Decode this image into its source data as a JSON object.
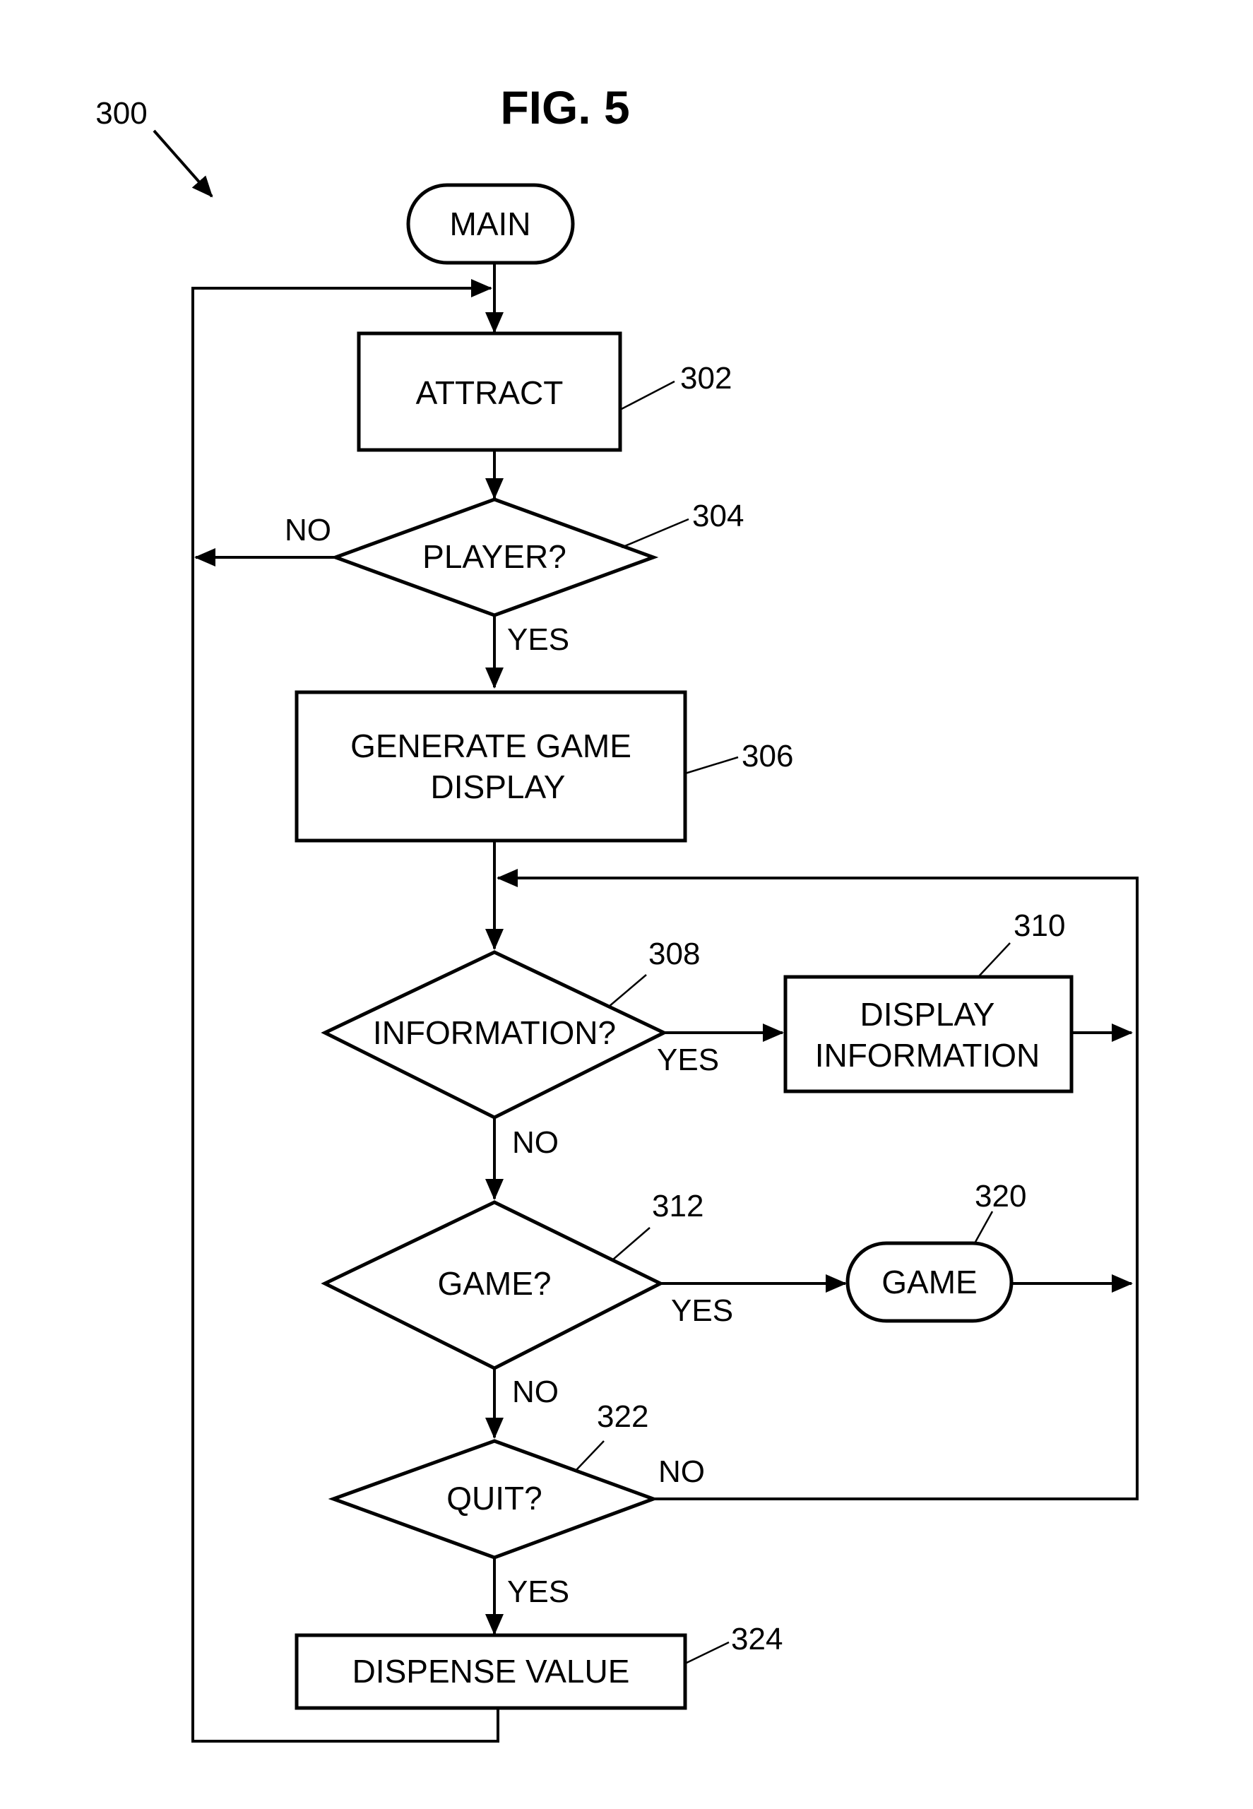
{
  "figure": {
    "title": "FIG. 5",
    "ref": "300"
  },
  "nodes": {
    "main": {
      "label": "MAIN"
    },
    "attract": {
      "label": "ATTRACT",
      "ref": "302"
    },
    "player": {
      "label": "PLAYER?",
      "ref": "304"
    },
    "generate": {
      "line1": "GENERATE GAME",
      "line2": "DISPLAY",
      "ref": "306"
    },
    "information": {
      "label": "INFORMATION?",
      "ref": "308"
    },
    "display_info": {
      "line1": "DISPLAY",
      "line2": "INFORMATION",
      "ref": "310"
    },
    "game_q": {
      "label": "GAME?",
      "ref": "312"
    },
    "game": {
      "label": "GAME",
      "ref": "320"
    },
    "quit": {
      "label": "QUIT?",
      "ref": "322"
    },
    "dispense": {
      "label": "DISPENSE VALUE",
      "ref": "324"
    }
  },
  "branches": {
    "player_no": "NO",
    "player_yes": "YES",
    "information_yes": "YES",
    "information_no": "NO",
    "game_yes": "YES",
    "game_no": "NO",
    "quit_no": "NO",
    "quit_yes": "YES"
  }
}
